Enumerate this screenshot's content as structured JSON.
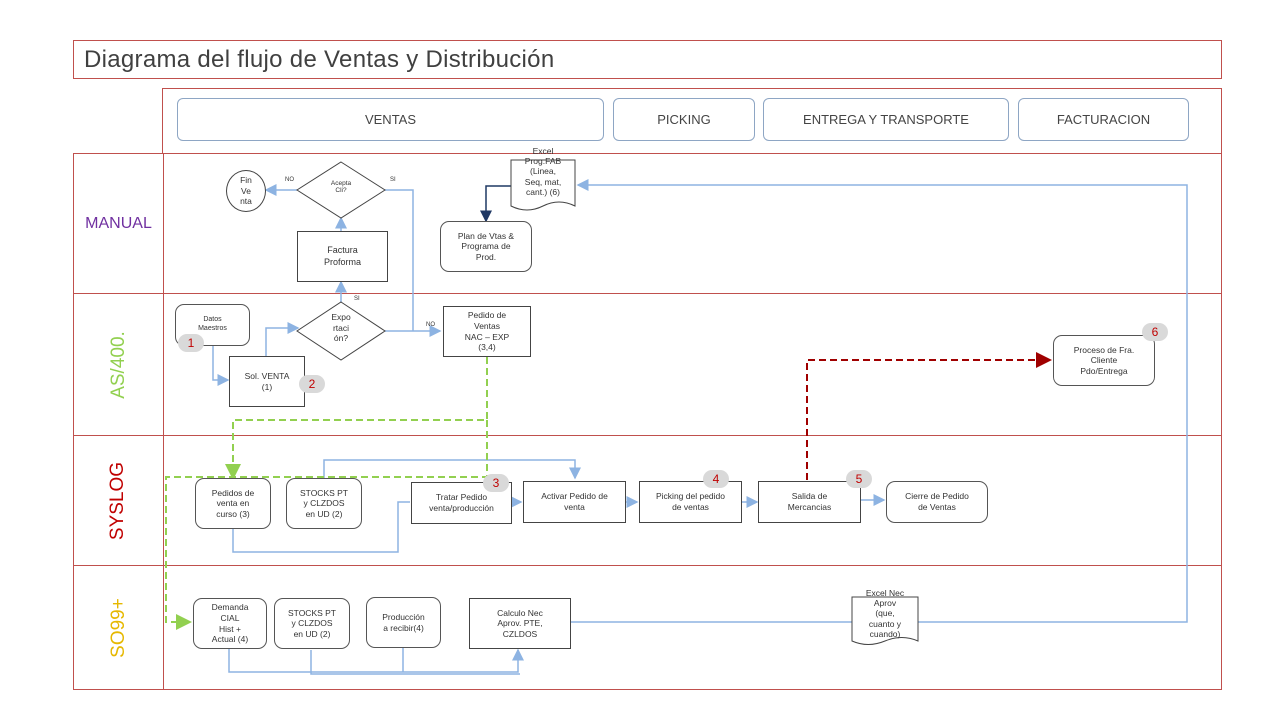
{
  "title": "Diagrama del flujo de Ventas y Distribución",
  "phases": [
    "VENTAS",
    "PICKING",
    "ENTREGA Y TRANSPORTE",
    "FACTURACION"
  ],
  "lanes": {
    "manual": {
      "label": "MANUAL",
      "color": "#7030a0"
    },
    "as400": {
      "label": "AS/400.",
      "color": "#92d050"
    },
    "syslog": {
      "label": "SYSLOG",
      "color": "#c00000"
    },
    "so99": {
      "label": "SO99+",
      "color": "#e6b800"
    }
  },
  "nodes": {
    "fin_venta": "Fin\nVe\nnta",
    "acepta_cli": "Acepta\nCli?",
    "factura_proforma": "Factura\nProforma",
    "excel_prog_fab": "Excel\nProg.FAB\n(Linea,\nSeq, mat,\ncant.) (6)",
    "plan_vtas": "Plan de Vtas &\nPrograma de\nProd.",
    "datos_maestros": "Datos\nMaestros",
    "sol_venta": "Sol. VENTA\n(1)",
    "exportacion": "Expo\nrtaci\nón?",
    "pedido_venta": "Pedido de\nVentas\nNAC – EXP\n(3,4)",
    "proceso_fra": "Proceso de Fra.\nCliente\nPdo/Entrega",
    "pedidos_curso": "Pedidos de\nventa en\ncurso (3)",
    "stocks_syslog": "STOCKS PT\ny CLZDOS\nen UD (2)",
    "tratar_pedido": "Tratar Pedido\nventa/producción",
    "activar_pedido": "Activar Pedido de\nventa",
    "picking_pedido": "Picking del pedido\nde ventas",
    "salida_mercancias": "Salida de\nMercancias",
    "cierre_pedido": "Cierre de Pedido\nde Ventas",
    "demanda_cial": "Demanda\nCIAL\nHist +\nActual (4)",
    "stocks_so99": "STOCKS PT\ny CLZDOS\nen UD (2)",
    "produccion_recibir": "Producción\na recibir(4)",
    "calculo_nec": "Calculo Nec\nAprov. PTE,\nCZLDOS",
    "excel_nec_aprov": "Excel Nec\nAprov\n(que,\ncuanto y\ncuando)"
  },
  "edge_labels": {
    "no_top": "NO",
    "si_top": "SI",
    "si_mid": "SI",
    "no_mid": "NO"
  },
  "badges": [
    "1",
    "2",
    "3",
    "4",
    "5",
    "6"
  ],
  "colors": {
    "lane_border": "#c0504d",
    "flow_blue": "#8db3e2",
    "dash_green": "#92d050",
    "dash_red": "#a00000"
  }
}
